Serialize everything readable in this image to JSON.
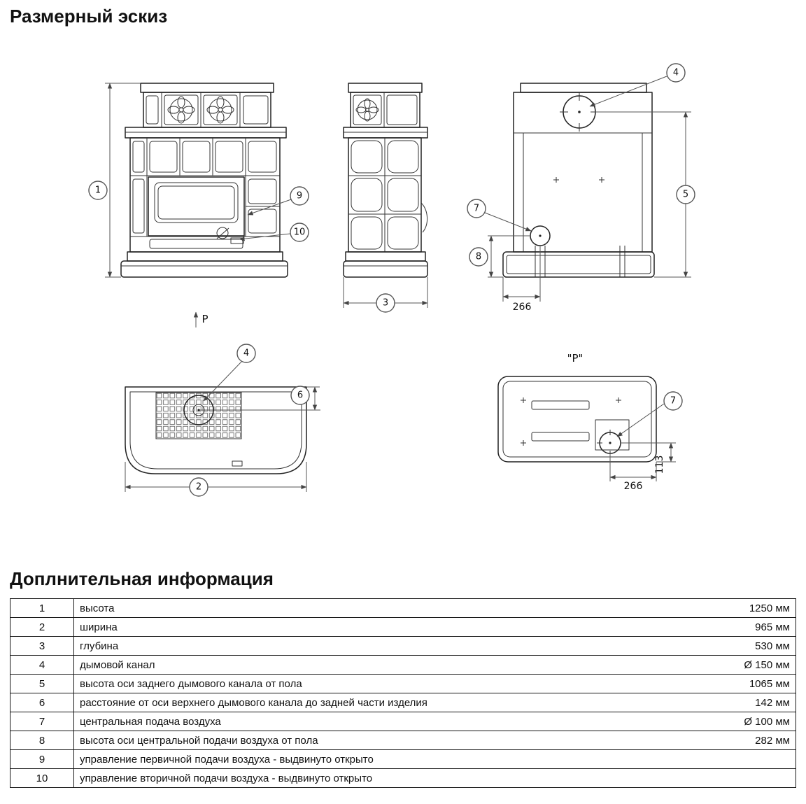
{
  "page": {
    "title": "Размерный эскиз",
    "info_title": "Доплнительная информация"
  },
  "drawing": {
    "p_arrow_label": "P",
    "p_view_label": "\"P\"",
    "callouts": {
      "c1": "1",
      "c2": "2",
      "c3": "3",
      "c4": "4",
      "c5": "5",
      "c6": "6",
      "c7": "7",
      "c8": "8",
      "c9": "9",
      "c10": "10"
    },
    "dims": {
      "rear_offset": "266",
      "p_offset": "266",
      "p_height": "113"
    }
  },
  "table": {
    "rows": [
      {
        "num": "1",
        "desc": "высота",
        "value": "1250 мм"
      },
      {
        "num": "2",
        "desc": "ширина",
        "value": "965 мм"
      },
      {
        "num": "3",
        "desc": "глубина",
        "value": "530 мм"
      },
      {
        "num": "4",
        "desc": "дымовой канал",
        "value": "Ø 150 мм"
      },
      {
        "num": "5",
        "desc": "высота оси заднего дымового канала от пола",
        "value": "1065 мм"
      },
      {
        "num": "6",
        "desc": "расстояние от оси верхнего дымового канала до задней части изделия",
        "value": "142 мм"
      },
      {
        "num": "7",
        "desc": "центральная подача воздуха",
        "value": "Ø 100 мм"
      },
      {
        "num": "8",
        "desc": "высота оси центральной подачи воздуха от пола",
        "value": "282 мм"
      },
      {
        "num": "9",
        "desc": "управление первичной подачи воздуха - выдвинуто открыто",
        "value": ""
      },
      {
        "num": "10",
        "desc": "управление вторичной подачи воздуха - выдвинуто открыто",
        "value": ""
      }
    ]
  }
}
